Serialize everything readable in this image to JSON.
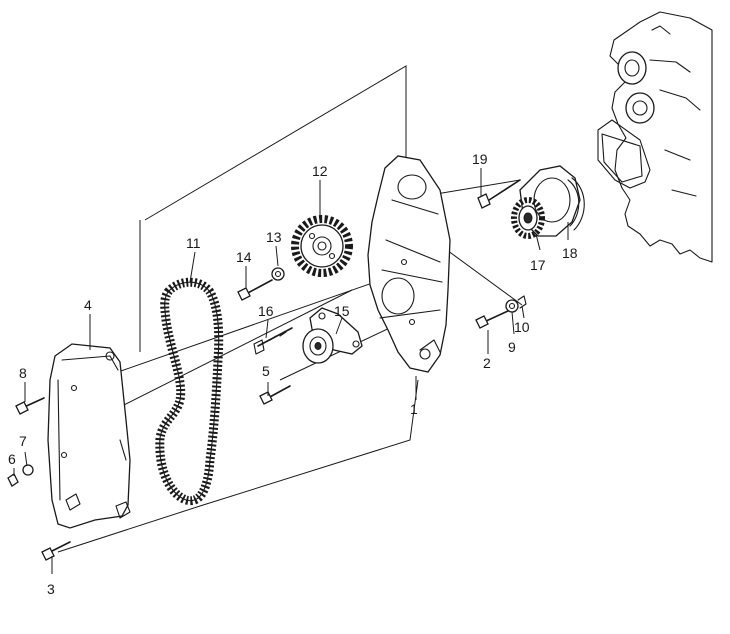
{
  "diagram": {
    "callouts": [
      {
        "id": "p1",
        "label": "1"
      },
      {
        "id": "p2",
        "label": "2"
      },
      {
        "id": "p3",
        "label": "3"
      },
      {
        "id": "p4",
        "label": "4"
      },
      {
        "id": "p5",
        "label": "5"
      },
      {
        "id": "p6",
        "label": "6"
      },
      {
        "id": "p7",
        "label": "7"
      },
      {
        "id": "p8",
        "label": "8"
      },
      {
        "id": "p9",
        "label": "9"
      },
      {
        "id": "p10",
        "label": "10"
      },
      {
        "id": "p11",
        "label": "11"
      },
      {
        "id": "p12",
        "label": "12"
      },
      {
        "id": "p13",
        "label": "13"
      },
      {
        "id": "p14",
        "label": "14"
      },
      {
        "id": "p15",
        "label": "15"
      },
      {
        "id": "p16",
        "label": "16"
      },
      {
        "id": "p17",
        "label": "17"
      },
      {
        "id": "p18",
        "label": "18"
      },
      {
        "id": "p19",
        "label": "19"
      }
    ]
  }
}
